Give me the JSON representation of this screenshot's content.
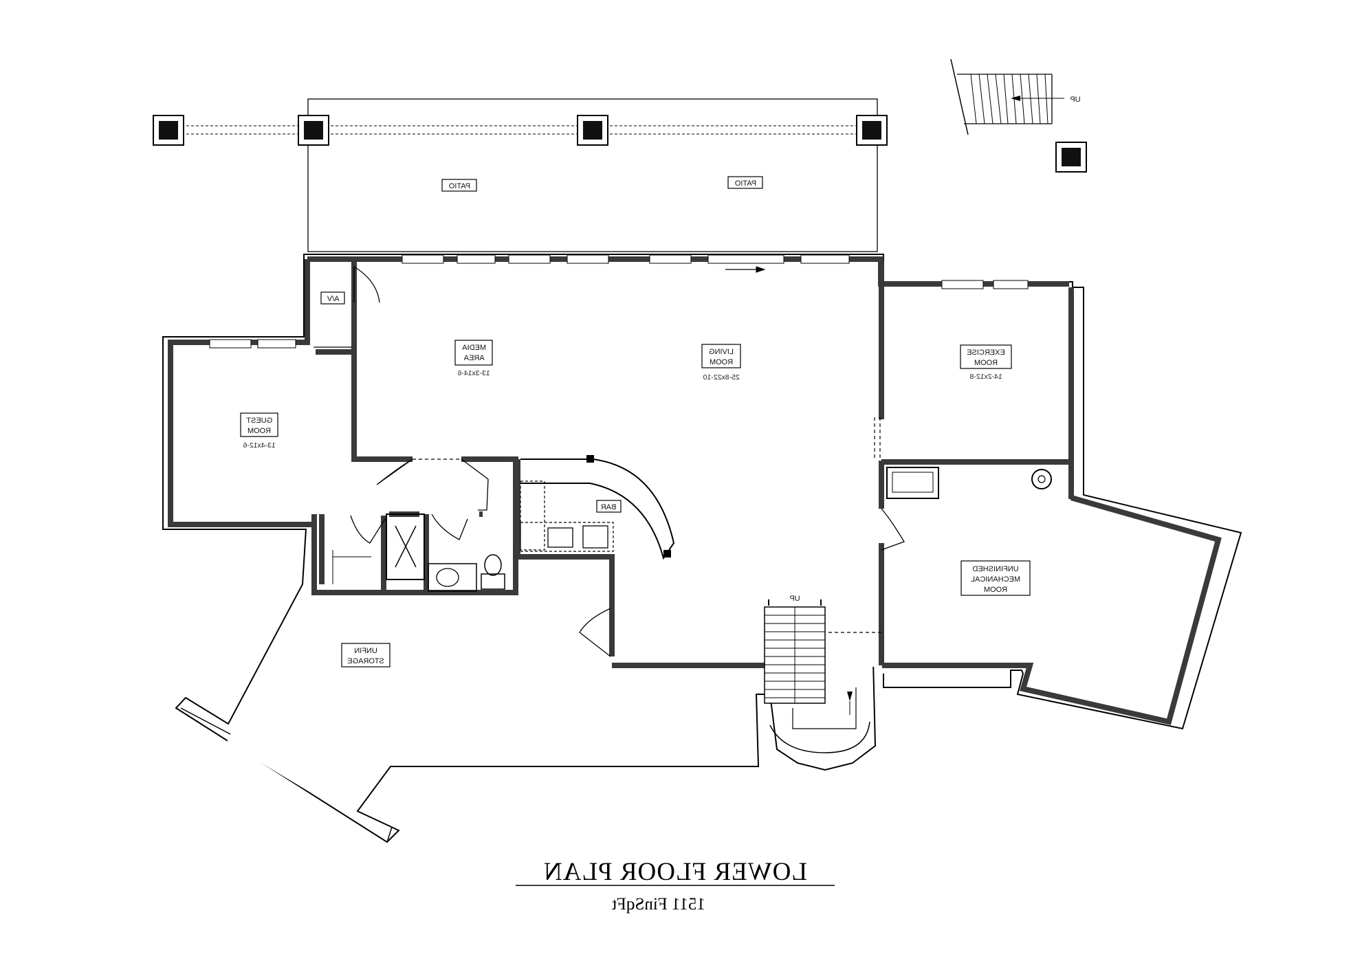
{
  "title": "LOWER FLOOR PLAN",
  "subtitle": "1511 FinSqFt",
  "rooms": {
    "media": {
      "name_lines": [
        "MEDIA",
        "AREA"
      ],
      "size": "13-3x14-6"
    },
    "living": {
      "name_lines": [
        "LIVING",
        "ROOM"
      ],
      "size": "25-8x22-10"
    },
    "exercise": {
      "name_lines": [
        "EXERCISE",
        "ROOM"
      ],
      "size": "14-2x12-8"
    },
    "guest": {
      "name_lines": [
        "GUEST",
        "ROOM"
      ],
      "size": "13-4x12-6"
    },
    "mechanical": {
      "name_lines": [
        "UNFINISHED",
        "MECHANICAL",
        "ROOM"
      ]
    },
    "storage": {
      "name_lines": [
        "UNFIN",
        "STORAGE"
      ]
    }
  },
  "labels": {
    "patio_left": "PATIO",
    "patio_right": "PATIO",
    "av": "A/V",
    "bar": "BAR",
    "stair_up": "UP",
    "exterior_stair_up": "UP"
  },
  "colors": {
    "wall": "#3a3a3a",
    "line": "#000000",
    "background": "#ffffff"
  }
}
